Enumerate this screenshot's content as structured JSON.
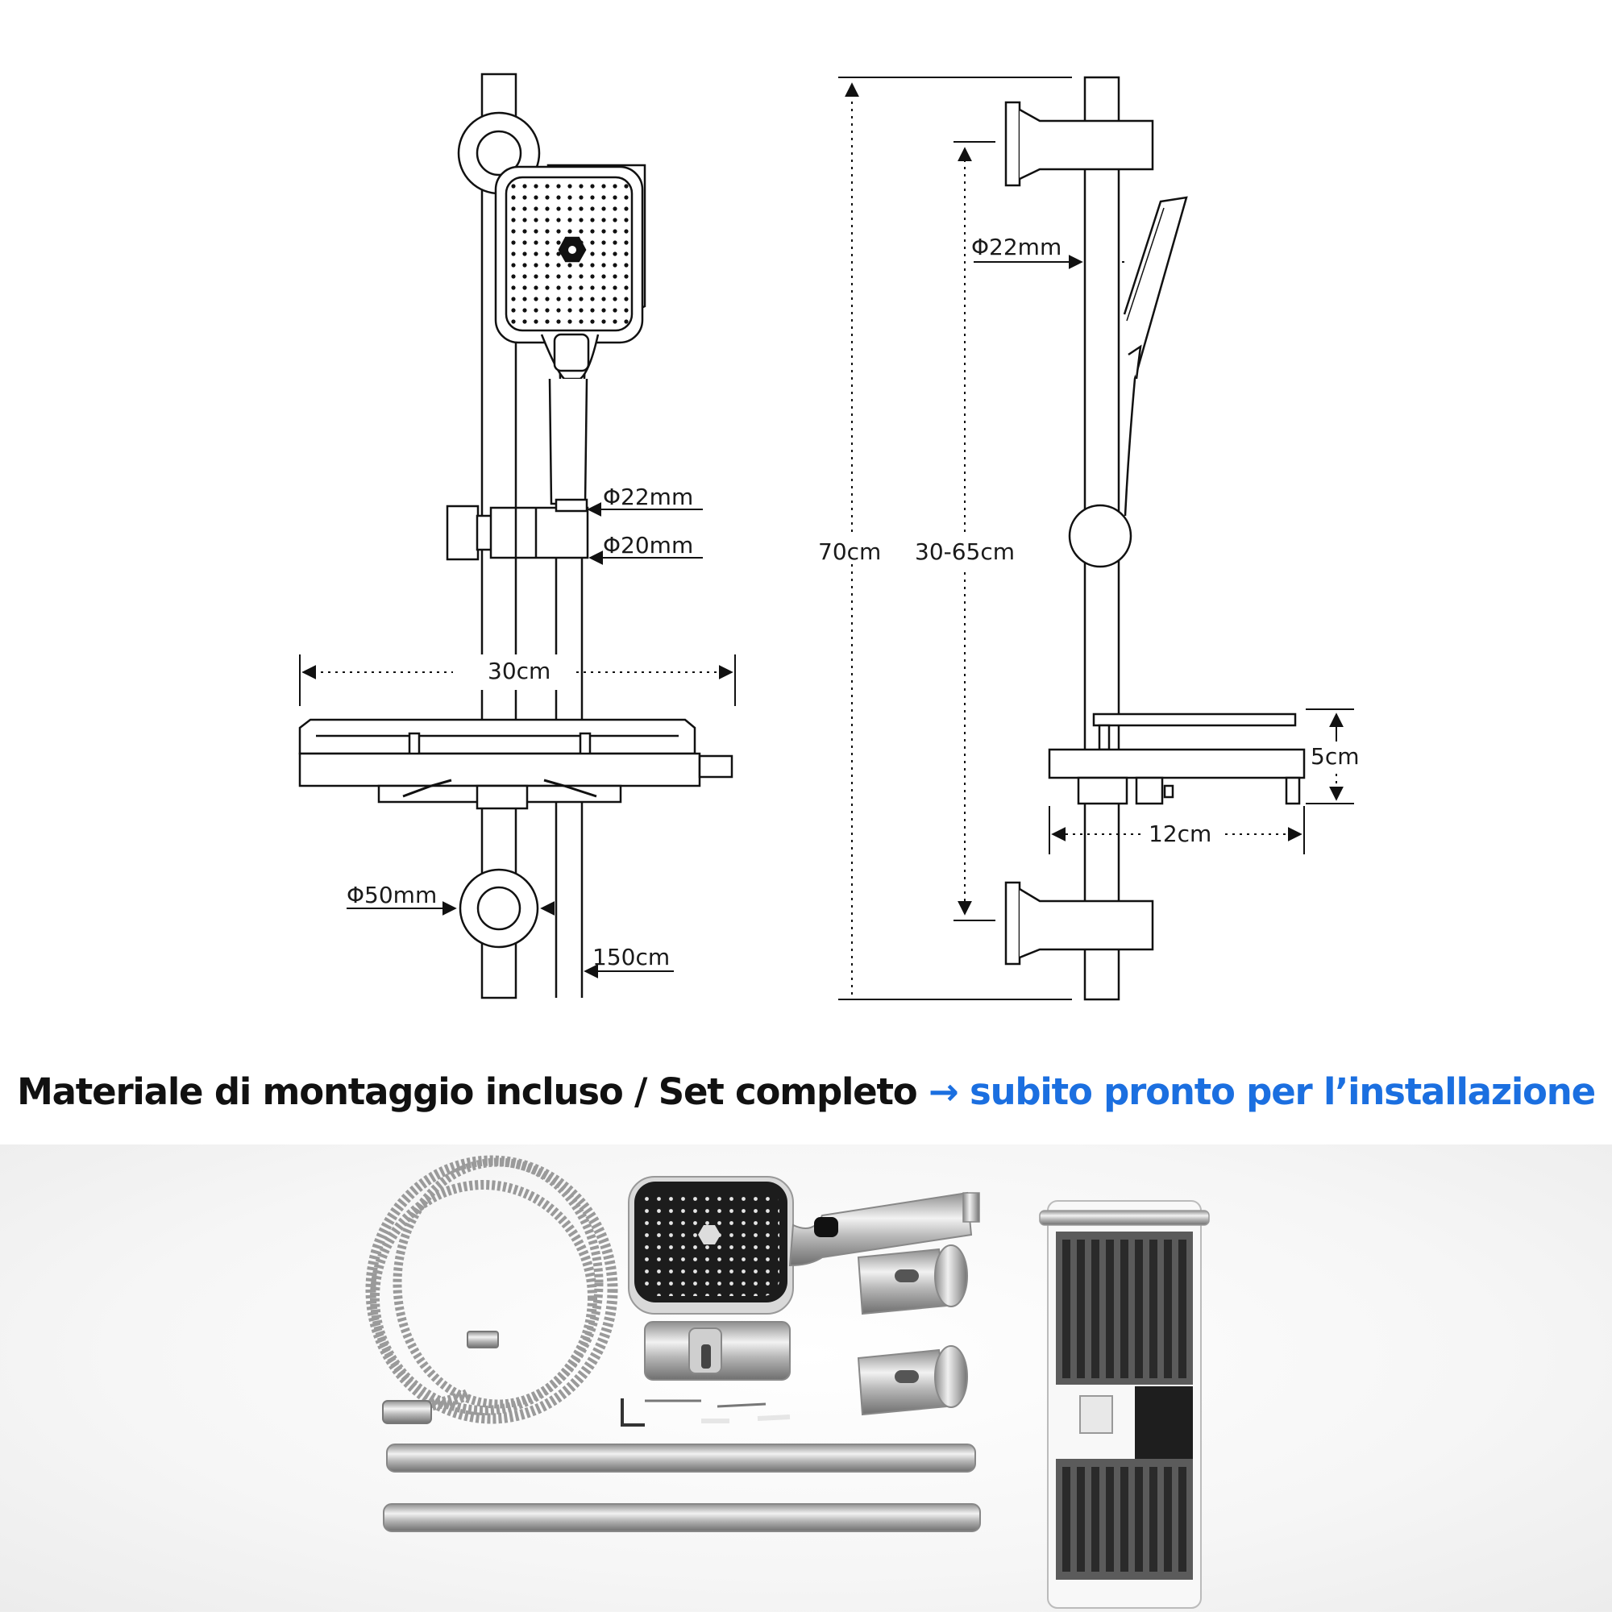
{
  "drawing": {
    "front_view": {
      "label_holder_bar_diameter": "Φ22mm",
      "label_holder_handle_diameter": "Φ20mm",
      "label_shelf_width": "30cm",
      "label_bracket_diameter": "Φ50mm",
      "label_hose_length": "150cm"
    },
    "side_view": {
      "label_rail_diameter": "Φ22mm",
      "label_total_height": "70cm",
      "label_bracket_spacing": "30-65cm",
      "label_shelf_height": "5cm",
      "label_shelf_depth": "12cm"
    }
  },
  "headline": {
    "text_main": "Materiale di montaggio incluso / Set completo ",
    "text_arrow": "→",
    "text_accent": " subito pronto per l’installazione",
    "accent_color": "#1b6fe0"
  },
  "photo": {
    "components": [
      "shower-hose",
      "hand-shower",
      "rail-slider",
      "wall-bracket",
      "wall-bracket",
      "screws-and-dowels",
      "hex-key",
      "rail-rod",
      "rail-rod",
      "soap-shelf"
    ]
  }
}
